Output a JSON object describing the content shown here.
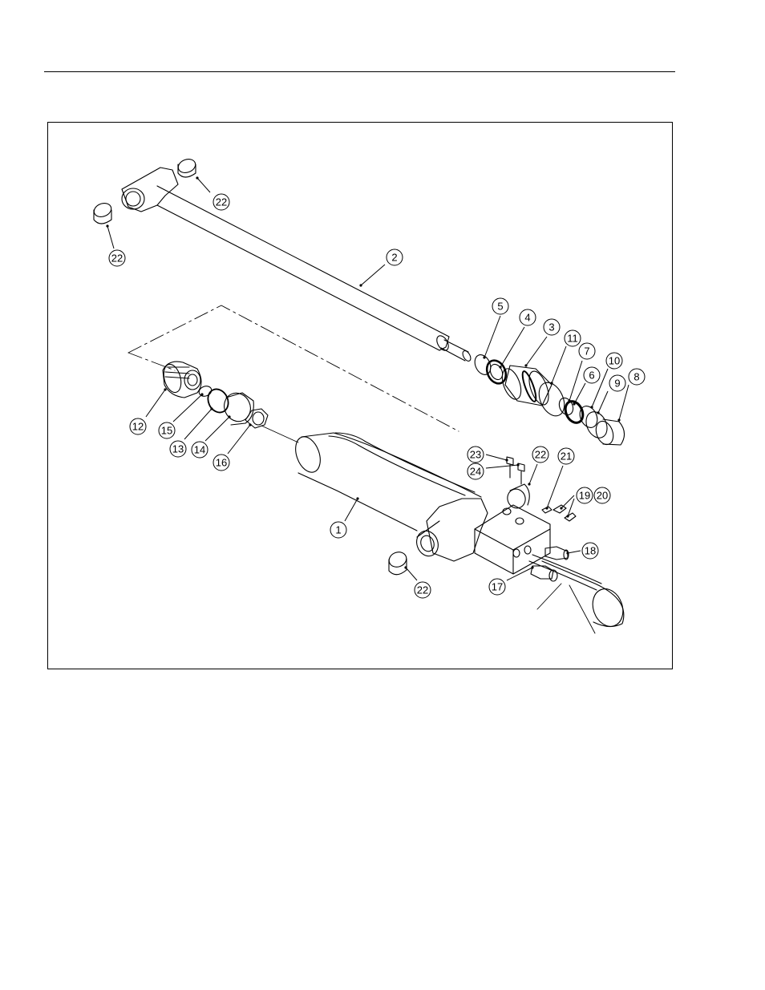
{
  "callouts": [
    {
      "label": "22"
    },
    {
      "label": "22"
    },
    {
      "label": "2"
    },
    {
      "label": "5"
    },
    {
      "label": "4"
    },
    {
      "label": "3"
    },
    {
      "label": "11"
    },
    {
      "label": "7"
    },
    {
      "label": "10"
    },
    {
      "label": "6"
    },
    {
      "label": "9"
    },
    {
      "label": "8"
    },
    {
      "label": "12"
    },
    {
      "label": "15"
    },
    {
      "label": "13"
    },
    {
      "label": "14"
    },
    {
      "label": "16"
    },
    {
      "label": "23"
    },
    {
      "label": "24"
    },
    {
      "label": "22"
    },
    {
      "label": "21"
    },
    {
      "label": "19"
    },
    {
      "label": "20"
    },
    {
      "label": "1"
    },
    {
      "label": "18"
    },
    {
      "label": "17"
    },
    {
      "label": "22"
    }
  ]
}
